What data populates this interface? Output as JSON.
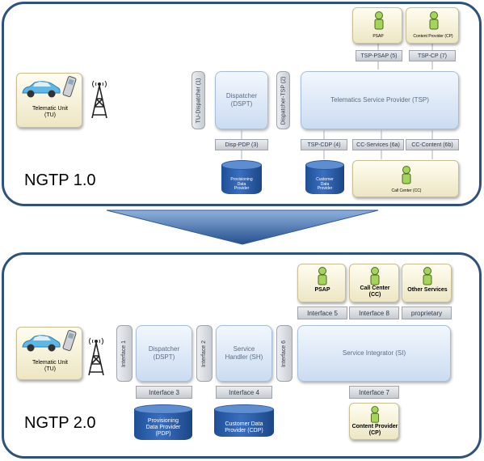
{
  "v1": {
    "version": "NGTP 1.0",
    "tu": "Telematic Unit\n(TU)",
    "dspt": "Dispatcher\n(DSPT)",
    "tsp": "Telematics Service Provider (TSP)",
    "tu_dispatcher": "TU-Dispatcher (1)",
    "dispatcher_tsp": "Dispatcher-TSP (2)",
    "disp_pdp": "Disp-PDP (3)",
    "tsp_cdp": "TSP-CDP (4)",
    "cc_services": "CC-Services (6a)",
    "cc_content": "CC-Content (6b)",
    "tsp_psap": "TSP-PSAP (5)",
    "tsp_cp": "TSP-CP (7)",
    "psap": "PSAP",
    "cp": "Content Provider (CP)",
    "cc": "Call Center (CC)",
    "pdp": "Provisioning\nData\nProvider",
    "cdp": "Customer\nData\nProvider"
  },
  "v2": {
    "version": "NGTP 2.0",
    "tu": "Telematic Unit\n(TU)",
    "dspt": "Dispatcher\n(DSPT)",
    "sh": "Service\nHandler (SH)",
    "si": "Service Integrator (SI)",
    "interface1": "Interface 1",
    "interface2": "Interface 2",
    "interface6": "Interface 6",
    "interface3": "Interface 3",
    "interface4": "Interface 4",
    "interface5": "Interface 5",
    "interface8": "Interface 8",
    "proprietary": "proprietary",
    "interface7": "Interface 7",
    "psap": "PSAP",
    "cc": "Call Center\n(CC)",
    "other": "Other Services",
    "cp": "Content Provider\n(CP)",
    "pdp": "Provisioning\nData Provider\n(PDP)",
    "cdp": "Customer Data\nProvider (CDP)"
  },
  "colors": {
    "frame": "#2f527c",
    "arrow": "#2e5c9b",
    "db": "#2b5aa0"
  }
}
